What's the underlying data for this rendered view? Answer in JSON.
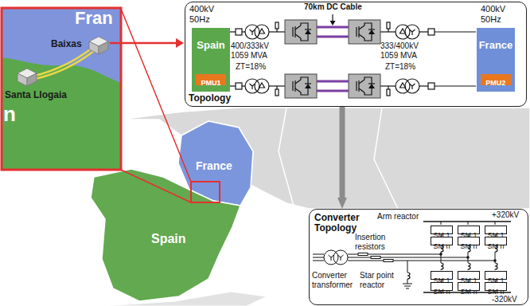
{
  "diagram": {
    "nodes": [
      {
        "text": [
          "Topology"
        ]
      },
      {
        "text": [
          "Spain"
        ],
        "in": 0
      },
      {
        "text": [
          "PMU1"
        ],
        "in": 1
      },
      {
        "text": [
          "France"
        ],
        "in": 0
      },
      {
        "text": [
          "PMU2"
        ],
        "in": 3
      },
      {
        "text": [
          "Converter Topology"
        ]
      },
      {
        "text": [
          "SM 1"
        ],
        "in": 5
      },
      {
        "text": [
          "SM 1"
        ],
        "in": 5
      },
      {
        "text": [
          "SM 1"
        ],
        "in": 5
      },
      {
        "text": [
          "SM n"
        ],
        "in": 5
      },
      {
        "text": [
          "SM n"
        ],
        "in": 5
      },
      {
        "text": [
          "SM n"
        ],
        "in": 5
      },
      {
        "text": [
          "SM 1"
        ],
        "in": 5
      },
      {
        "text": [
          "SM 1"
        ],
        "in": 5
      },
      {
        "text": [
          "SM 1"
        ],
        "in": 5
      },
      {
        "text": [
          "SM n"
        ],
        "in": 5
      },
      {
        "text": [
          "SM n"
        ],
        "in": 5
      },
      {
        "text": [
          "SM n"
        ],
        "in": 5
      }
    ],
    "edges": [
      {
        "from": 0,
        "to": 5,
        "arrow": "to"
      },
      {
        "from": 6,
        "to": 9,
        "arrow": "none"
      },
      {
        "from": 7,
        "to": 10,
        "arrow": "none"
      },
      {
        "from": 8,
        "to": 11,
        "arrow": "none"
      },
      {
        "from": 12,
        "to": 15,
        "arrow": "none"
      },
      {
        "from": 13,
        "to": 16,
        "arrow": "none"
      },
      {
        "from": 14,
        "to": 17,
        "arrow": "none"
      }
    ],
    "labels": [
      "Fran",
      "Baixas",
      "Santa Llogaia",
      "n",
      "400kV 50Hz",
      "400/333kV 1059 MVA",
      "ZT=18%",
      "70km DC Cable",
      "333/400kV 1059 MVA",
      "ZT=18%",
      "400kV 50Hz",
      "France",
      "Spain",
      "Converter transformer",
      "Insertion resistors",
      "Star point reactor",
      "Arm reactor",
      "+320kV",
      "-320kV"
    ]
  }
}
